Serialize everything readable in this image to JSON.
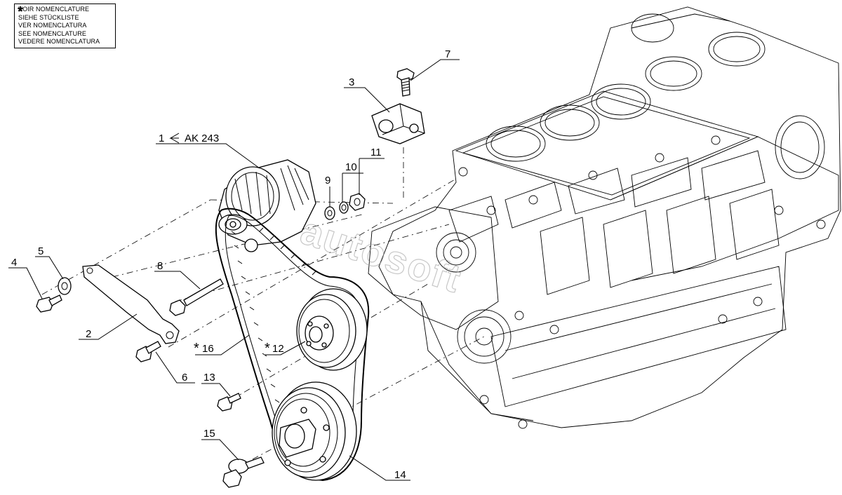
{
  "legend": {
    "symbol": "*",
    "lines": [
      "VOIR NOMENCLATURE",
      "SIEHE STÜCKLISTE",
      "VER NOMENCLATURA",
      "SEE NOMENCLATURE",
      "VEDERE NOMENCLATURA"
    ]
  },
  "callouts": {
    "c1": "1",
    "c1_ref": "AK 243",
    "c2": "2",
    "c3": "3",
    "c4": "4",
    "c5": "5",
    "c6": "6",
    "c7": "7",
    "c8": "8",
    "c9": "9",
    "c10": "10",
    "c11": "11",
    "c12": "12",
    "c12_star": "*",
    "c13": "13",
    "c14": "14",
    "c15": "15",
    "c16": "16",
    "c16_star": "*"
  },
  "watermark": "autosoft"
}
